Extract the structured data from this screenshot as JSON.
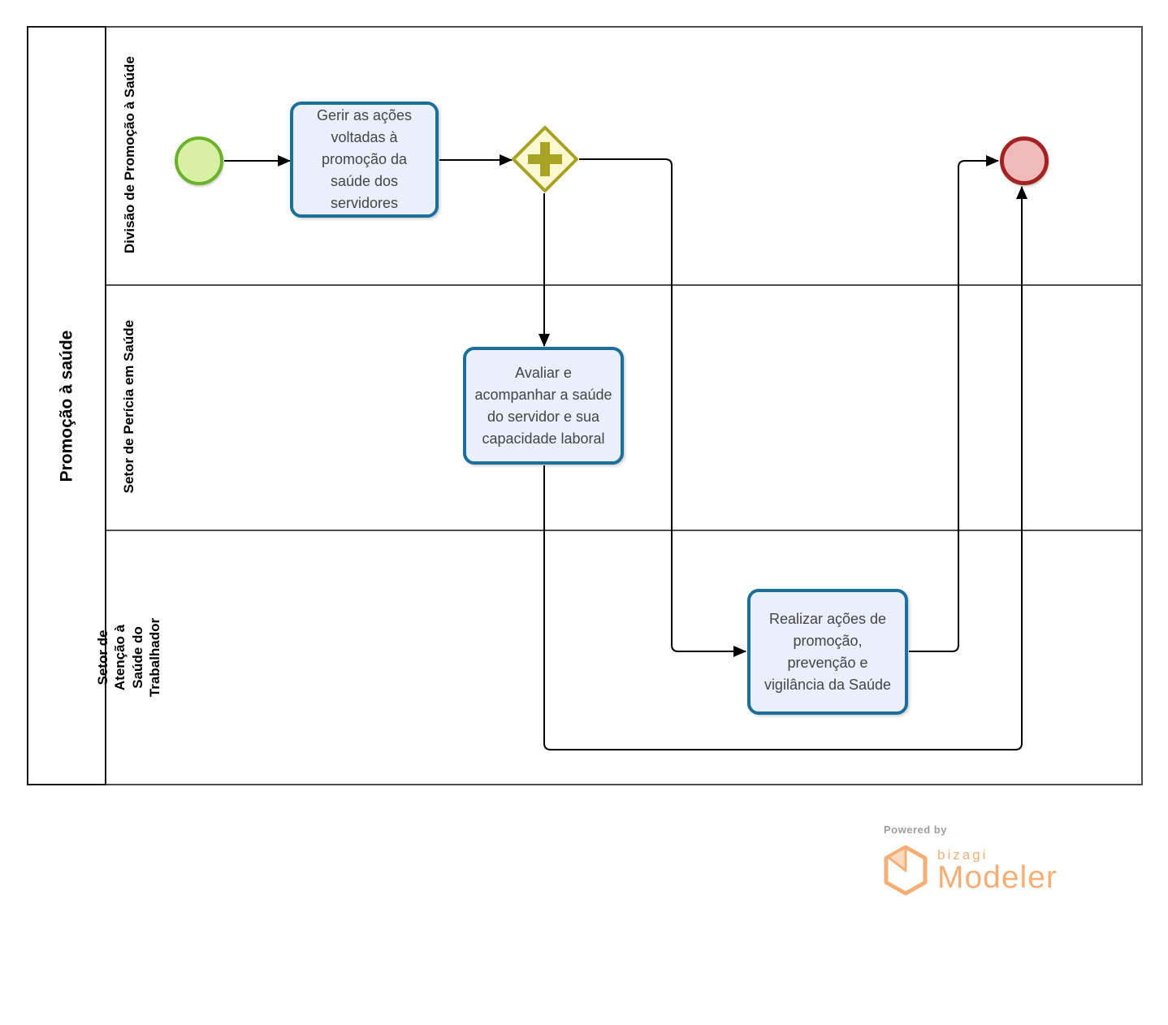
{
  "diagram": {
    "type": "bpmn-process",
    "pool": {
      "label": "Promoção à saúde"
    },
    "lanes": [
      {
        "label": "Divisão de Promoção à Saúde"
      },
      {
        "label": "Setor de Perícia em Saúde"
      },
      {
        "label": "Setor de Atenção à Saúde do Trabalhador"
      }
    ],
    "nodes": {
      "start_event": {
        "type": "start-event",
        "lane": "Divisão de Promoção à Saúde"
      },
      "task_gerir": {
        "label": "Gerir as ações voltadas à promoção da saúde dos servidores",
        "lane": "Divisão de Promoção à Saúde"
      },
      "gateway": {
        "type": "parallel-gateway",
        "lane": "Divisão de Promoção à Saúde"
      },
      "task_avaliar": {
        "label": "Avaliar e acompanhar a saúde do servidor e sua capacidade laboral",
        "lane": "Setor de Perícia em Saúde"
      },
      "task_realizar": {
        "label": "Realizar ações de promoção, prevenção e vigilância da Saúde",
        "lane": "Setor de Atenção à Saúde do Trabalhador"
      },
      "end_event": {
        "type": "end-event",
        "lane": "Divisão de Promoção à Saúde"
      }
    },
    "flows": [
      {
        "from": "start_event",
        "to": "task_gerir"
      },
      {
        "from": "task_gerir",
        "to": "gateway"
      },
      {
        "from": "gateway",
        "to": "task_avaliar"
      },
      {
        "from": "gateway",
        "to": "task_realizar"
      },
      {
        "from": "task_avaliar",
        "to": "end_event"
      },
      {
        "from": "task_realizar",
        "to": "end_event"
      }
    ]
  },
  "footer": {
    "powered_by": "Powered by",
    "brand": "bizagi",
    "product": "Modeler"
  },
  "colors": {
    "taskFill": "#E9EFFB",
    "taskBorder": "#1B6F9B",
    "gatewayFill": "#FBF9D1",
    "gatewayBorder": "#A8A225",
    "startFill": "#D7F0A3",
    "startBorder": "#6BB12A",
    "endFill": "#EFBABA",
    "endBorder": "#A32222",
    "flowLine": "#000000",
    "poolBorder": "#4D4D4D",
    "taskText": "#444444",
    "brandOrange": "#F5AF76",
    "poweredByGray": "#9E9E9E"
  }
}
